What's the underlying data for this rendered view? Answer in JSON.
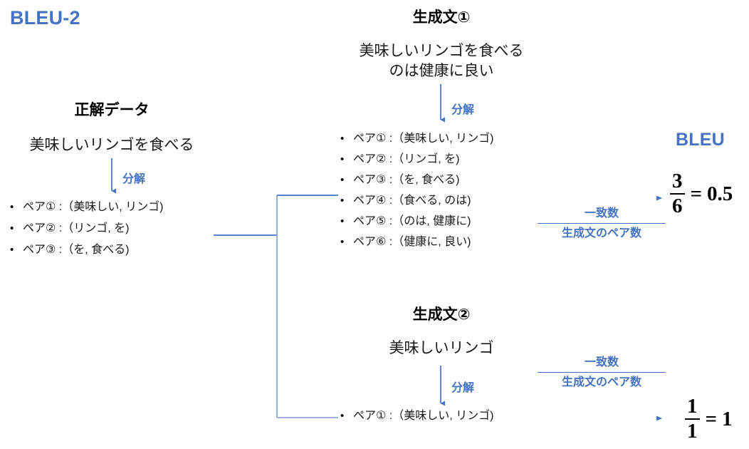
{
  "page": {
    "title": "BLEU-2",
    "accent_color": "#4472C4",
    "text_color": "#1a1a1a",
    "background": "#ffffff"
  },
  "reference": {
    "heading": "正解データ",
    "sentence": "美味しいリンゴを食べる",
    "decompose_label": "分解",
    "pairs": [
      "ペア① :（美味しい, リンゴ)",
      "ペア② :（リンゴ, を)",
      "ペア③ :（を, 食べる)"
    ]
  },
  "candidate1": {
    "heading": "生成文①",
    "sentence_line1": "美味しいリンゴを食べる",
    "sentence_line2": "のは健康に良い",
    "decompose_label": "分解",
    "pairs": [
      "ペア① :（美味しい, リンゴ)",
      "ペア② :（リンゴ, を)",
      "ペア③ :（を, 食べる)",
      "ペア④ :（食べる, のは)",
      "ペア⑤ :（のは, 健康に)",
      "ペア⑥ :（健康に, 良い)"
    ],
    "score": {
      "legend_numerator": "一致数",
      "legend_denominator": "生成文のペア数",
      "numerator": "3",
      "denominator": "6",
      "equals": "=",
      "value": "0.5"
    }
  },
  "candidate2": {
    "heading": "生成文②",
    "sentence_line1": "美味しいリンゴ",
    "decompose_label": "分解",
    "pairs": [
      "ペア① :（美味しい, リンゴ)"
    ],
    "score": {
      "legend_numerator": "一致数",
      "legend_denominator": "生成文のペア数",
      "numerator": "1",
      "denominator": "1",
      "equals": "=",
      "value": "1"
    }
  },
  "bleu_label": "BLEU"
}
